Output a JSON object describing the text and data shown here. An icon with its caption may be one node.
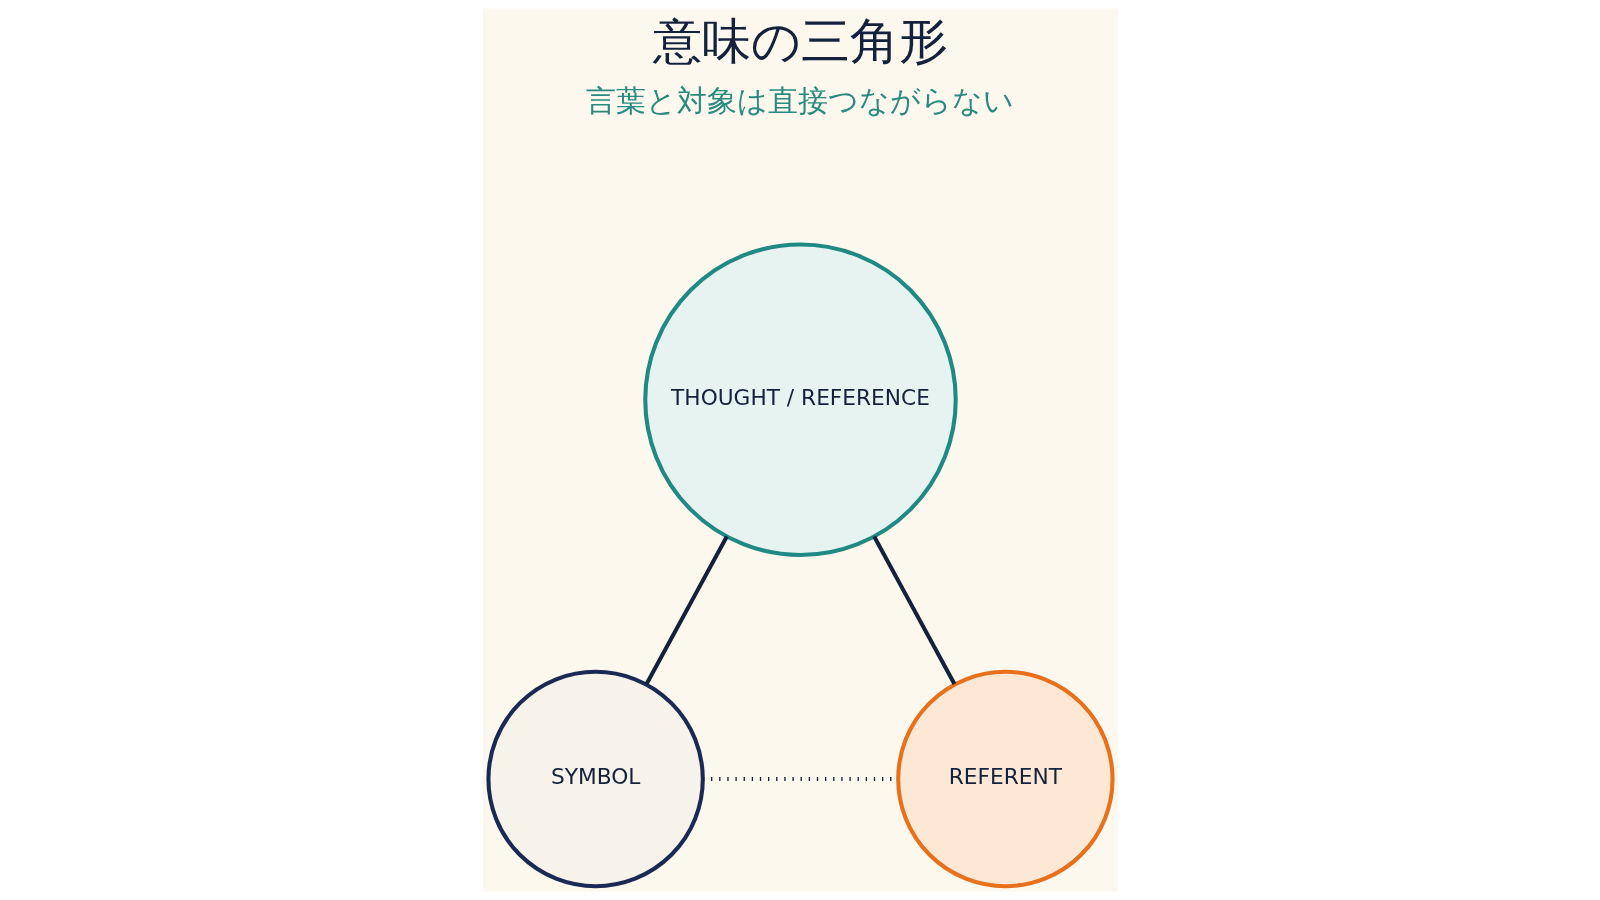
{
  "diagram": {
    "title": "意味の三角形",
    "nodes": [
      {
        "text": [
          "THOUGHT / REFERENCE"
        ]
      },
      {
        "text": [
          "SYMBOL"
        ]
      },
      {
        "text": [
          "REFERENT"
        ]
      }
    ],
    "edges": [
      {
        "from": 0,
        "to": 1,
        "arrow": "none"
      },
      {
        "from": 0,
        "to": 2,
        "arrow": "none"
      },
      {
        "from": 1,
        "to": 2,
        "arrow": "none",
        "style": "dashed"
      }
    ],
    "labels": [
      "言葉と対象は直接つながらない"
    ]
  }
}
